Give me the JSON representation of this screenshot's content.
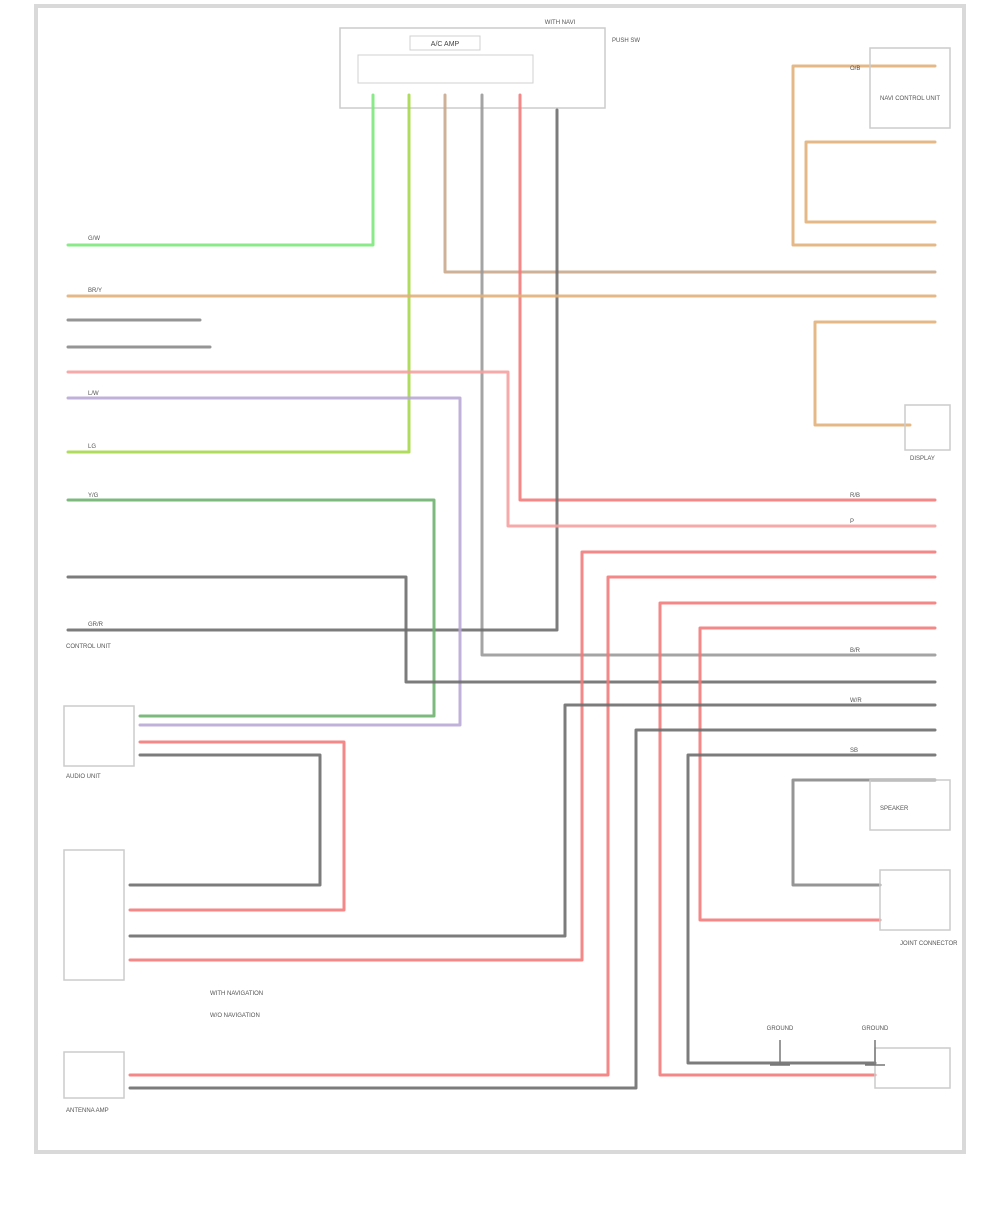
{
  "diagram": {
    "colors": {
      "green": "#7de87d",
      "lime": "#a6d84a",
      "dark_green": "#6fb06f",
      "orange": "#e2b07a",
      "pink": "#f47a7a",
      "gray": "#6e6e6e",
      "dark": "#555555",
      "lavender": "#b9a9d6",
      "frame": "#d9d9d9"
    },
    "icons": [
      "ground-symbol",
      "connector-symbol"
    ],
    "labels": {
      "top_connector": "A/C AMP",
      "top_note": "WITH NAVI",
      "top_right_note": "PUSH SW",
      "left_component": "CONTROL UNIT",
      "left_mid_component": "AUDIO UNIT",
      "left_bottom_component": "ANTENNA AMP",
      "right_top_component": "NAVI CONTROL UNIT",
      "right_mid_component": "DISPLAY",
      "right_lower_component": "SPEAKER",
      "right_bottom_component": "JOINT CONNECTOR",
      "bottom_ground_1": "GROUND",
      "bottom_ground_2": "GROUND",
      "legend_1": "WITH NAVIGATION",
      "legend_2": "W/O NAVIGATION"
    },
    "wire_tags": [
      "G/W",
      "L/W",
      "BR/Y",
      "O/B",
      "R/B",
      "P",
      "GR/R",
      "B/R",
      "W/R",
      "SB",
      "LG",
      "Y/G"
    ]
  }
}
